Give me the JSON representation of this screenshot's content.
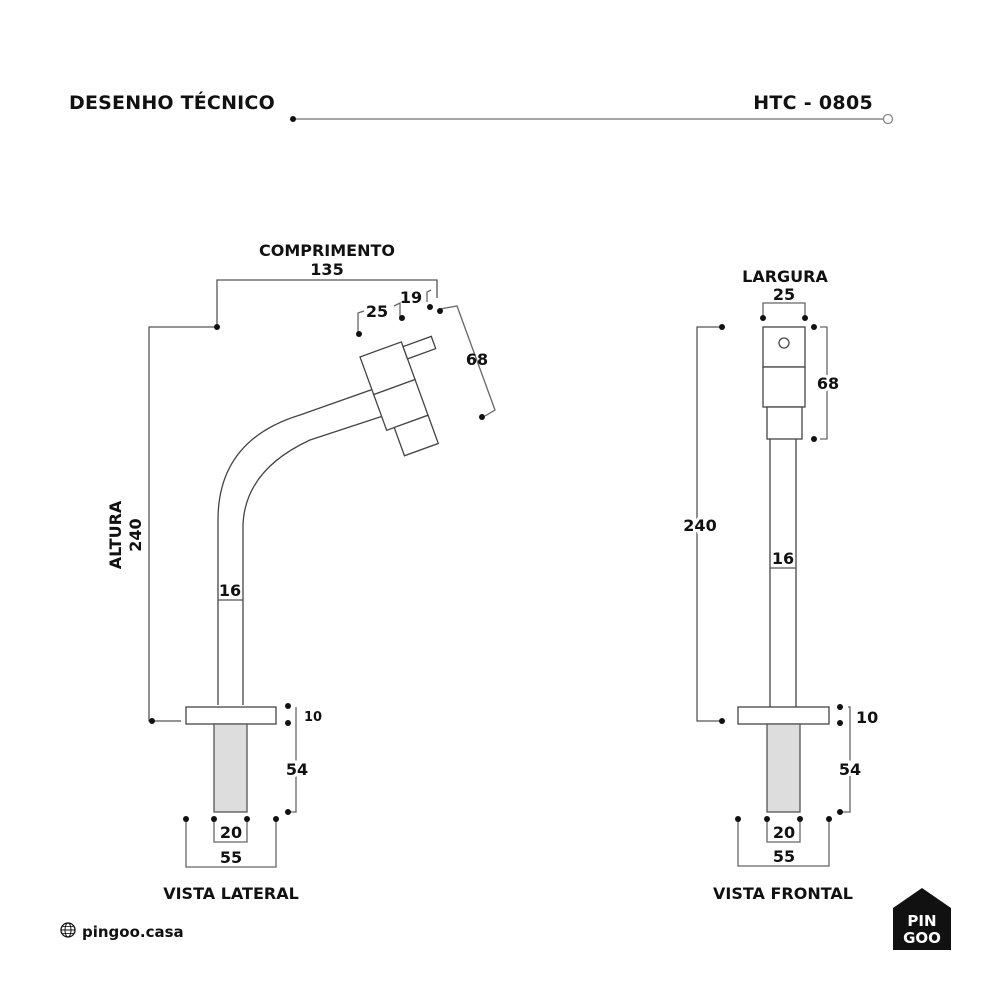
{
  "header": {
    "title": "DESENHO TÉCNICO",
    "code": "HTC - 0805"
  },
  "lateral_view": {
    "caption": "VISTA LATERAL",
    "length_label": "COMPRIMENTO",
    "length_value": "135",
    "height_label": "ALTURA",
    "height_value": "240",
    "handle_width": "25",
    "lever_offset": "19",
    "body_height": "68",
    "pipe_diameter": "16",
    "flange_thickness": "10",
    "thread_length": "54",
    "thread_diameter": "20",
    "flange_diameter": "55"
  },
  "frontal_view": {
    "caption": "VISTA FRONTAL",
    "width_label": "LARGURA",
    "width_value": "25",
    "height_value": "240",
    "body_height": "68",
    "pipe_diameter": "16",
    "flange_thickness": "10",
    "thread_length": "54",
    "thread_diameter": "20",
    "flange_diameter": "55"
  },
  "footer": {
    "website": "pingoo.casa",
    "globe_icon": "globe-icon",
    "logo_top": "PIN",
    "logo_bottom": "GOO"
  }
}
